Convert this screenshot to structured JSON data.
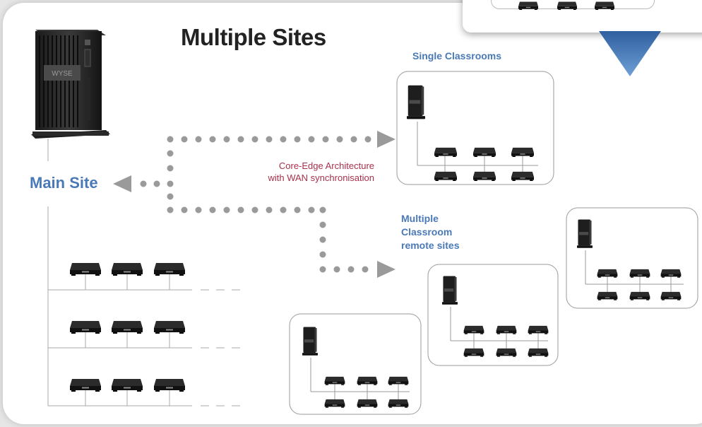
{
  "title": "Multiple Sites",
  "main_site": {
    "label": "Main Site"
  },
  "architecture_note": {
    "line1": "Core-Edge Architecture",
    "line2": "with WAN synchronisation"
  },
  "single_classrooms": {
    "label": "Single Classrooms"
  },
  "multiple_remote": {
    "line1": "Multiple",
    "line2": "Classroom",
    "line3": "remote sites"
  },
  "server_brand": "WYSE",
  "colors": {
    "accent_blue": "#4a79b7",
    "annotation_red": "#a8304c",
    "connector_gray": "#9a9a9a",
    "callout_blue": "#3e6fb3"
  },
  "icons": [
    "thin-client-tower-icon",
    "thin-client-terminal-icon",
    "arrow-left-icon",
    "arrow-right-icon"
  ]
}
